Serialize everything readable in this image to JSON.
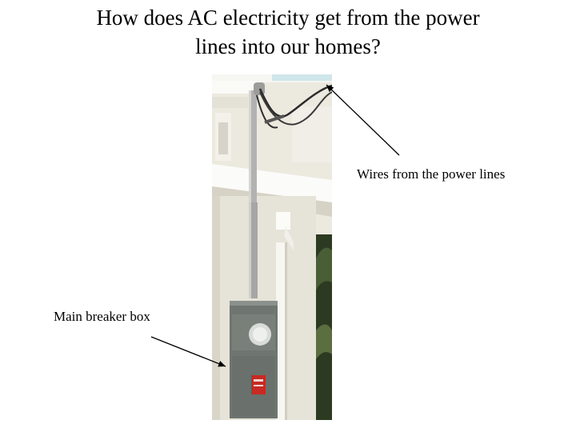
{
  "slide": {
    "title_line1": "How does AC electricity get from the power",
    "title_line2": "lines into our homes?"
  },
  "photo": {
    "subject": "house-exterior-electric-service",
    "colors": {
      "wall": "#e9e6dc",
      "trim": "#fbfbf8",
      "shadow": "#cfcabd",
      "conduit": "#a9aaa7",
      "meter_box": "#6f7570",
      "warning_label": "#c62a22",
      "foliage": "#2c3a22"
    }
  },
  "annotations": {
    "wires_label": "Wires from the power lines",
    "breaker_label": "Main breaker box"
  }
}
